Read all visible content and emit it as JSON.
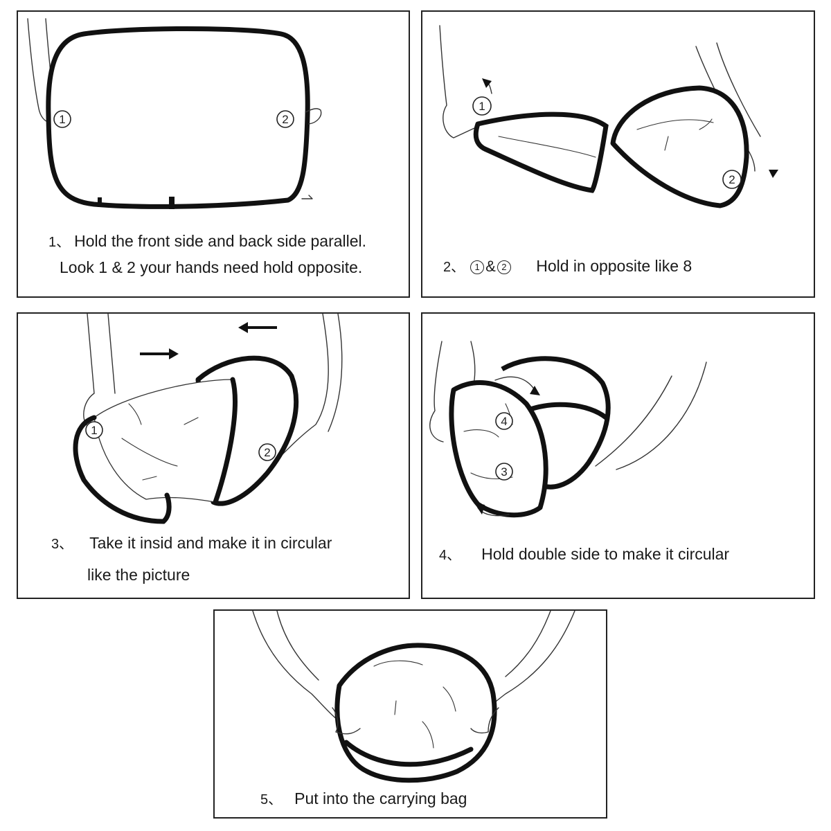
{
  "steps": [
    {
      "number": "1、",
      "caption_line1": "Hold the front side and back side parallel.",
      "caption_line2": "Look 1 & 2 your hands need hold opposite.",
      "markers": [
        "1",
        "2"
      ]
    },
    {
      "number": "2、",
      "marker_a": "1",
      "amp": "&",
      "marker_b": "2",
      "caption_line1": "Hold in opposite like 8",
      "markers": [
        "1",
        "2"
      ]
    },
    {
      "number": "3、",
      "caption_line1": "Take it insid and make it in circular",
      "caption_line2": "like the picture",
      "markers": [
        "1",
        "2"
      ]
    },
    {
      "number": "4、",
      "caption_line1": "Hold double side to make it circular",
      "markers": [
        "4",
        "3"
      ]
    },
    {
      "number": "5、",
      "caption_line1": "Put into the carrying bag"
    }
  ],
  "colors": {
    "line": "#111111",
    "background": "#ffffff"
  }
}
